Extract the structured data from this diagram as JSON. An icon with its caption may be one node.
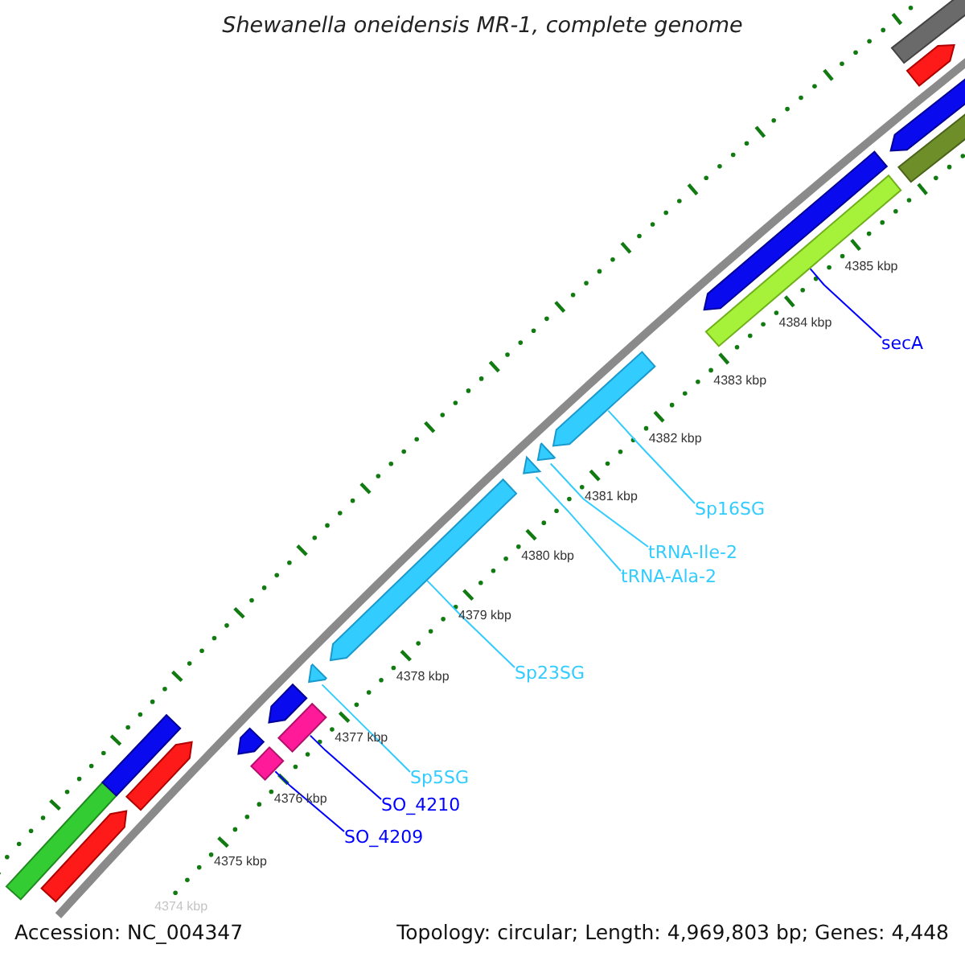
{
  "diagram": {
    "title": "Shewanella oneidensis MR-1, complete genome",
    "nodes": [
      {
        "text": [
          "secA"
        ]
      },
      {
        "text": [],
        "shape": "bar"
      },
      {
        "text": [
          "Sp16SG"
        ]
      },
      {
        "text": [],
        "shape": "bar"
      },
      {
        "text": [
          "tRNA-Ile-2"
        ]
      },
      {
        "text": [],
        "shape": "bar"
      },
      {
        "text": [
          "tRNA-Ala-2"
        ]
      },
      {
        "text": [],
        "shape": "bar"
      },
      {
        "text": [
          "Sp23SG"
        ]
      },
      {
        "text": [],
        "shape": "bar"
      },
      {
        "text": [
          "Sp5SG"
        ]
      },
      {
        "text": [],
        "shape": "bar"
      },
      {
        "text": [
          "SO_4210"
        ]
      },
      {
        "text": [],
        "shape": "bar"
      },
      {
        "text": [
          "SO_4209"
        ]
      },
      {
        "text": [],
        "shape": "bar"
      },
      {
        "text": [],
        "shape": "bar"
      },
      {
        "text": [],
        "shape": "bar"
      },
      {
        "text": [],
        "shape": "bar"
      },
      {
        "text": [],
        "shape": "bar"
      },
      {
        "text": [],
        "shape": "bar"
      },
      {
        "text": [],
        "shape": "bar"
      },
      {
        "text": [],
        "shape": "bar"
      },
      {
        "text": [],
        "shape": "bar"
      },
      {
        "text": [],
        "shape": "bar"
      },
      {
        "text": [],
        "shape": "bar"
      },
      {
        "text": [],
        "shape": "bar"
      }
    ],
    "edges": [
      {
        "from": 0,
        "to": 1,
        "arrow": "none",
        "color": "#0000ff"
      },
      {
        "from": 2,
        "to": 3,
        "arrow": "none"
      },
      {
        "from": 4,
        "to": 5,
        "arrow": "none"
      },
      {
        "from": 6,
        "to": 7,
        "arrow": "none"
      },
      {
        "from": 8,
        "to": 9,
        "arrow": "none"
      },
      {
        "from": 10,
        "to": 11,
        "arrow": "none"
      },
      {
        "from": 12,
        "to": 13,
        "arrow": "none",
        "color": "#0000ff"
      },
      {
        "from": 14,
        "to": 15,
        "arrow": "none",
        "color": "#0000ff"
      }
    ],
    "labels": [
      "4385 kbp",
      "4384 kbp",
      "4383 kbp",
      "4382 kbp",
      "4381 kbp",
      "4380 kbp",
      "4379 kbp",
      "4378 kbp",
      "4377 kbp",
      "4376 kbp",
      "4375 kbp",
      "4374 kbp",
      "Accession: NC_004347",
      "Topology: circular; Length: 4,969,803 bp; Genes: 4,448"
    ]
  }
}
